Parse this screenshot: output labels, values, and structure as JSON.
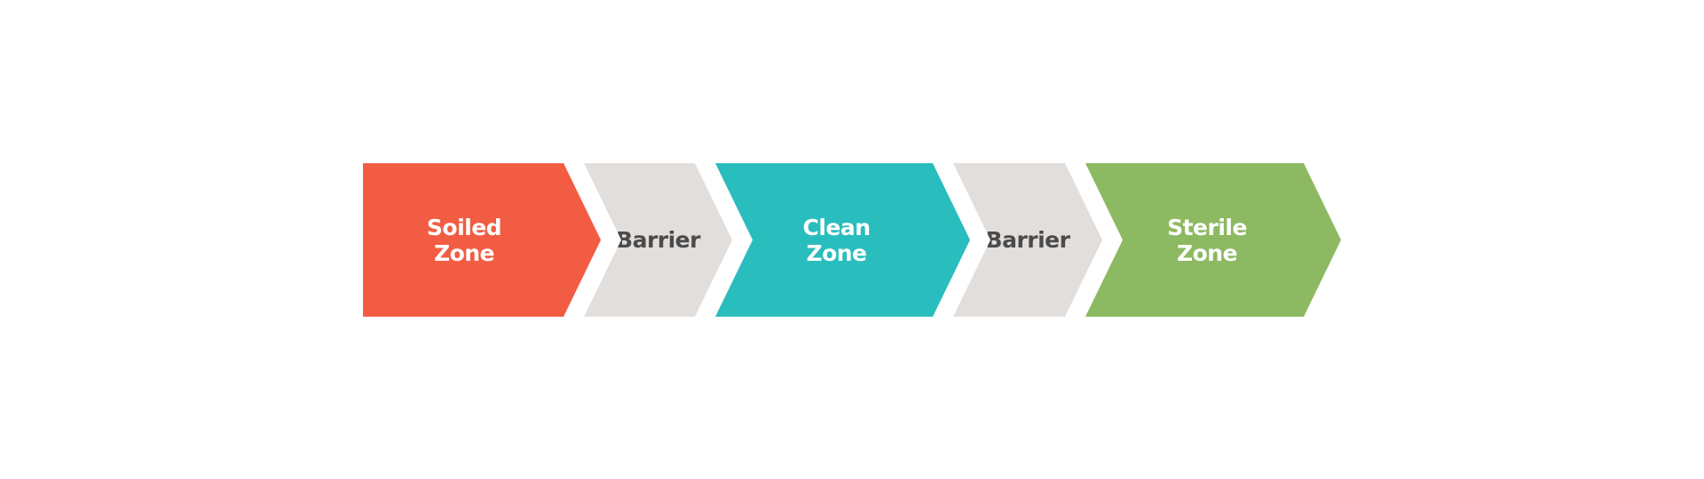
{
  "steps": [
    {
      "label": "Soiled\nZone",
      "color": "#f25c43",
      "text_color": "#ffffff"
    },
    {
      "label": "Barrier",
      "color": "#e2dedb",
      "text_color": "#4b4b4b"
    },
    {
      "label": "Clean\nZone",
      "color": "#29bdbe",
      "text_color": "#ffffff"
    },
    {
      "label": "Barrier",
      "color": "#e2dedb",
      "text_color": "#4b4b4b"
    },
    {
      "label": "Sterile\nZone",
      "color": "#8cb962",
      "text_color": "#ffffff"
    }
  ]
}
